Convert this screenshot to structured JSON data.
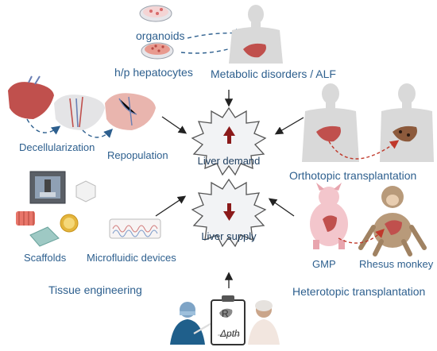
{
  "labels": {
    "organoids": "organoids",
    "hepatocytes": "h/p hepatocytes",
    "metabolic": "Metabolic disorders / ALF",
    "decellularization": "Decellularization",
    "repopulation": "Repopulation",
    "liver_demand": "Liver demand",
    "liver_supply": "Liver supply",
    "orthotopic": "Orthotopic transplantation",
    "scaffolds": "Scaffolds",
    "microfluidic": "Microfluidic devices",
    "gmp": "GMP",
    "rhesus": "Rhesus monkey",
    "tissue_engineering": "Tissue engineering",
    "heterotopic": "Heterotopic transplantation",
    "prescription_rx": "R",
    "prescription_text": "Δpth"
  },
  "colors": {
    "label_blue": "#2d5f8e",
    "liver_red": "#c0504d",
    "arrow_dark_red": "#8b1a1a",
    "starburst_fill": "#f2f3f5",
    "starburst_stroke": "#555555",
    "dashed_arrow_red": "#c0392b",
    "dashed_arrow_blue": "#2d5f8e",
    "silhouette_grey": "#d9d9d9"
  },
  "icons": [
    "petri-dish-icon",
    "human-body-icon",
    "liver-icon",
    "3d-printer-icon",
    "scaffold-icon",
    "microfluidic-chip-icon",
    "pig-icon",
    "monkey-icon",
    "surgeon-icon",
    "clipboard-prescription-icon",
    "doctor-icon"
  ]
}
